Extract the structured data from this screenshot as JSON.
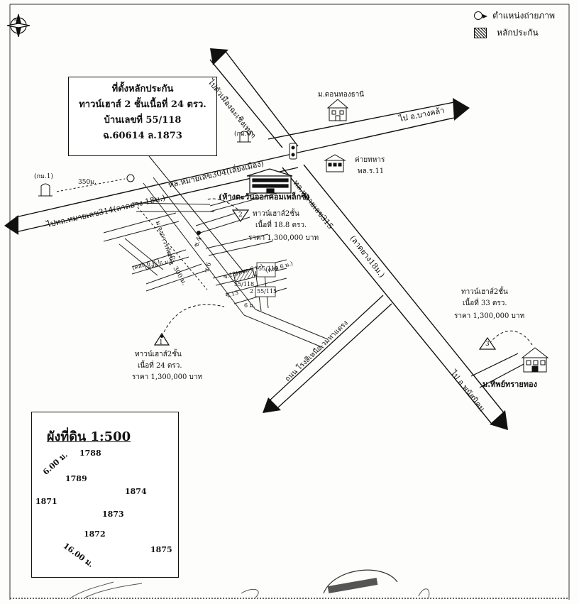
{
  "legend": {
    "photo_position": "ตำแหน่งถ่ายภาพ",
    "collateral": "หลักประกัน"
  },
  "callout": {
    "line1": "ที่ตั้งหลักประกัน",
    "line2": "ทาวน์เฮาส์ 2 ชั้นเนื้อที่ 24 ตรว.",
    "line3": "บ้านเลขที่ 55/118",
    "line4": "ฉ.60614 ล.1873"
  },
  "roads": {
    "to_chachoengsao": "ไปตัวเมืองฉะเชิงเทรา",
    "to_bang_khla": "ไป อ.บางคล้า",
    "hwy304": "ทล.หมายเลข304(เลี่ยงเมือง)",
    "to_hwy314": "ไปทล.หมายเลข314(ลาดยาง 18ม.)",
    "hwy315": "ทล.หมายเลข315",
    "hwy315_width": "(ลาดยาง18ม.)",
    "to_phanat": "ไป อ.พนัสนิคม",
    "rongsi_road": "ถนน โรงสีเหนือ-วมหาแดรง",
    "village_road": "ม.จงถาวรพัฒน",
    "soi4": "ซ.4",
    "soi5": "ซ.5",
    "soi6": "ซ.6",
    "soi13": "ซ.13",
    "soi13_width": "ซ.13(คสล 6 ม.)",
    "conc1": "(คสล 6 ม.)",
    "conc2": "(คสล 6 ม.)",
    "conc3": "(คสล 6 ม.)",
    "dist_300": "300 ม.",
    "dist_6": "6 ม."
  },
  "places": {
    "km0": "(กม.0)",
    "km1": "(กม.1)",
    "dist_350": "350ม.",
    "village_donthong": "ม.ดอนทองธานี",
    "army_camp": "ค่ายทหาร",
    "army_unit": "พล.ร.11",
    "mall": "(ห้างตะวันออกคอมเพล็กซ์)",
    "village_thip": "ม.ทิพย์ทรายทอง"
  },
  "houses": {
    "h1": "55/118",
    "h2": "55/119",
    "h3": "55/115",
    "h4": "2"
  },
  "comparables": [
    {
      "num": "1",
      "type": "ทาวน์เฮาส์2ชั้น",
      "area": "เนื้อที่ 24 ตรว.",
      "price": "ราคา 1,300,000 บาท"
    },
    {
      "num": "2",
      "type": "ทาวน์เฮาส์2ชั้น",
      "area": "เนื้อที่ 18.8 ตรว.",
      "price": "ราคา 1,300,000 บาท"
    },
    {
      "num": "3",
      "type": "ทาวน์เฮาส์2ชั้น",
      "area": "เนื้อที่ 33 ตรว.",
      "price": "ราคา 1,300,000 บาท"
    }
  ],
  "plan": {
    "title": "ผังที่ดิน 1:500",
    "width_label": "6.00 ม.",
    "length_label": "16.00 ม.",
    "p1788": "1788",
    "p1789": "1789",
    "p1874": "1874",
    "p1871": "1871",
    "p1873": "1873",
    "p1872": "1872",
    "p1875": "1875"
  },
  "compass": {
    "north": "N"
  }
}
